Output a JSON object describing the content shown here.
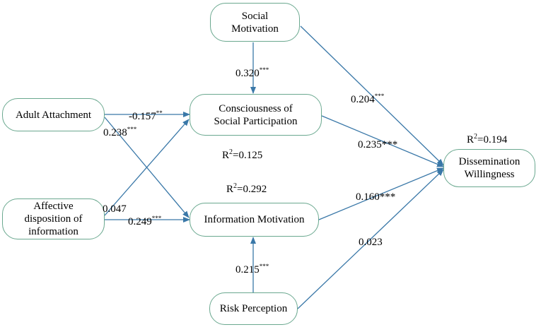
{
  "nodes": {
    "social_motivation": "Social\nMotivation",
    "adult_attachment": "Adult Attachment",
    "consciousness": "Consciousness of\nSocial Participation",
    "affective": "Affective\ndisposition of\ninformation",
    "information_motivation": "Information Motivation",
    "risk_perception": "Risk Perception",
    "dissemination": "Dissemination\nWillingness"
  },
  "paths": {
    "sm_to_csp": {
      "value": "0.320",
      "sig": "***"
    },
    "aa_to_csp": {
      "value": "-0.157",
      "sig": "**"
    },
    "aa_to_im": {
      "value": "0.238",
      "sig": "***"
    },
    "ad_to_csp": {
      "value": "0.047",
      "sig": ""
    },
    "ad_to_im": {
      "value": "0.249",
      "sig": "***"
    },
    "rp_to_im": {
      "value": "0.215",
      "sig": "***"
    },
    "sm_to_dw": {
      "value": "0.204",
      "sig": "***"
    },
    "csp_to_dw": {
      "value": "0.235***",
      "sig": ""
    },
    "im_to_dw": {
      "value": "0.160***",
      "sig": ""
    },
    "rp_to_dw": {
      "value": "0.023",
      "sig": ""
    }
  },
  "r_squared": {
    "csp": {
      "prefix": "R",
      "exp": "2",
      "value": "=0.125"
    },
    "im": {
      "prefix": "R",
      "exp": "2",
      "value": "=0.292"
    },
    "dw": {
      "prefix": "R",
      "exp": "2",
      "value": "=0.194"
    }
  },
  "colors": {
    "arrow": "#3a78a8",
    "node_border": "#6aa88f"
  }
}
